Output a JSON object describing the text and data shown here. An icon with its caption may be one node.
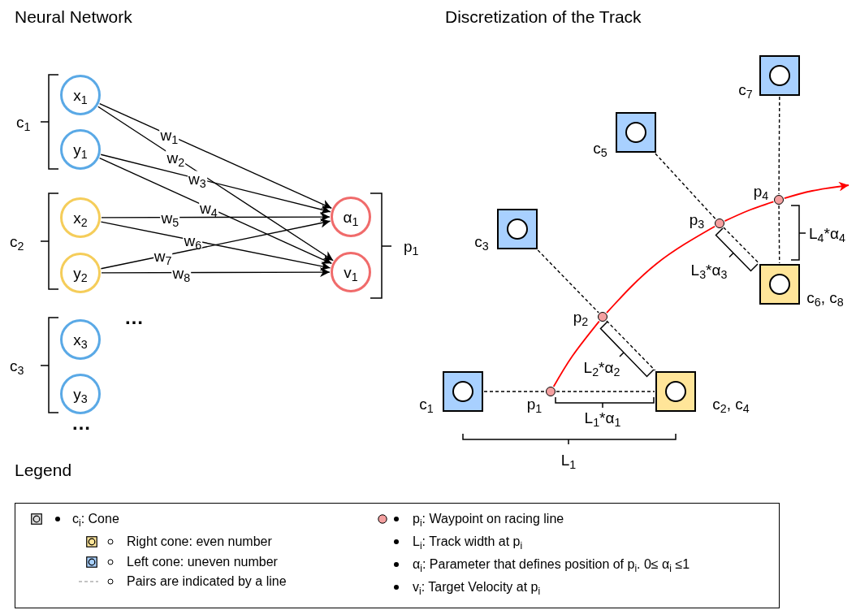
{
  "diagram": {
    "nodes": [
      {
        "text": [
          "x$_{1}$"
        ]
      },
      {
        "text": [
          "y$_{1}$"
        ]
      },
      {
        "text": [
          "x$_{2}$"
        ]
      },
      {
        "text": [
          "y$_{2}$"
        ]
      },
      {
        "text": [
          "x$_{3}$"
        ]
      },
      {
        "text": [
          "y$_{3}$"
        ]
      },
      {
        "text": [
          "α$_{1}$"
        ]
      },
      {
        "text": [
          "v$_{1}$"
        ]
      },
      {
        "text": [],
        "shape": "box",
        "beside": [
          "c$_{1}$"
        ]
      },
      {
        "text": [],
        "shape": "box",
        "beside": [
          "c$_{2}$, c$_{4}$"
        ]
      },
      {
        "text": [],
        "shape": "box",
        "beside": [
          "c$_{3}$"
        ]
      },
      {
        "text": [],
        "shape": "box",
        "beside": [
          "c$_{5}$"
        ]
      },
      {
        "text": [],
        "shape": "box",
        "beside": [
          "c$_{6}$, c$_{8}$"
        ]
      },
      {
        "text": [],
        "shape": "box",
        "beside": [
          "c$_{7}$"
        ]
      },
      {
        "text": [],
        "shape": "circle",
        "beside": [
          "p$_{1}$"
        ]
      },
      {
        "text": [],
        "shape": "circle",
        "beside": [
          "p$_{2}$"
        ]
      },
      {
        "text": [],
        "shape": "circle",
        "beside": [
          "p$_{3}$"
        ]
      },
      {
        "text": [],
        "shape": "circle",
        "beside": [
          "p$_{4}$"
        ]
      }
    ],
    "edges": [
      {
        "from": 0,
        "to": 6,
        "arrow": "to",
        "label": "w$_{1}$"
      },
      {
        "from": 0,
        "to": 7,
        "arrow": "to",
        "label": "w$_{2}$"
      },
      {
        "from": 1,
        "to": 6,
        "arrow": "to",
        "label": "w$_{3}$"
      },
      {
        "from": 1,
        "to": 7,
        "arrow": "to",
        "label": "w$_{4}$"
      },
      {
        "from": 2,
        "to": 6,
        "arrow": "to",
        "label": "w$_{5}$"
      },
      {
        "from": 2,
        "to": 7,
        "arrow": "to",
        "label": "w$_{6}$"
      },
      {
        "from": 3,
        "to": 6,
        "arrow": "to",
        "label": "w$_{7}$"
      },
      {
        "from": 3,
        "to": 7,
        "arrow": "to",
        "label": "w$_{8}$"
      },
      {
        "from": 8,
        "to": 14,
        "arrow": "none",
        "style": "dashed"
      },
      {
        "from": 14,
        "to": 9,
        "arrow": "none",
        "style": "dashed"
      },
      {
        "from": 10,
        "to": 15,
        "arrow": "none",
        "style": "dashed"
      },
      {
        "from": 15,
        "to": 9,
        "arrow": "none",
        "style": "dashed"
      },
      {
        "from": 11,
        "to": 16,
        "arrow": "none",
        "style": "dashed"
      },
      {
        "from": 16,
        "to": 12,
        "arrow": "none",
        "style": "dashed"
      },
      {
        "from": 13,
        "to": 17,
        "arrow": "none",
        "style": "dashed"
      },
      {
        "from": 17,
        "to": 12,
        "arrow": "none",
        "style": "dashed"
      },
      {
        "from": 14,
        "to": 15,
        "arrow": "none",
        "color": "#ff0000"
      },
      {
        "from": 15,
        "to": 16,
        "arrow": "none",
        "color": "#ff0000"
      },
      {
        "from": 16,
        "to": 17,
        "arrow": "none",
        "color": "#ff0000"
      },
      {
        "from": 17,
        "to": null,
        "arrow": "to",
        "color": "#ff0000"
      }
    ],
    "labels": [
      "Neural Network",
      "Discretization of the Track",
      "c$_{1}$",
      "c$_{2}$",
      "p$_{1}$",
      "…",
      "c$_{3}$",
      "…",
      "L$_{4}$*α$_{4}$",
      "L$_{3}$*α$_{3}$",
      "L$_{2}$*α$_{2}$",
      "L$_{1}$*α$_{1}$",
      "L$_{1}$",
      "Legend"
    ],
    "legend": [
      {
        "text": "c$_{i}$: Cone"
      },
      {
        "text": "Right cone: even number"
      },
      {
        "text": "Left cone: uneven number"
      },
      {
        "text": "Pairs are indicated by a line"
      },
      {
        "text": "p$_{i}$: Waypoint on racing line"
      },
      {
        "text": "L$_{i}$: Track width at p$_{i}$"
      },
      {
        "text": "α$_{i}$: Parameter that defines position of p$_{i}$. 0≤ α$_{i}$ ≤1"
      },
      {
        "text": "v$_{i}$: Target Velocity at p$_{i}$"
      }
    ]
  }
}
